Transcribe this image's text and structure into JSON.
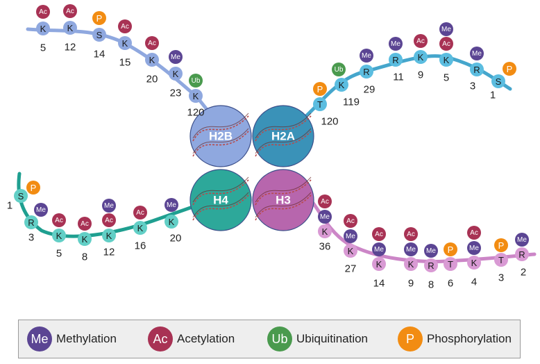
{
  "colors": {
    "me": "#5b4593",
    "ac": "#a83254",
    "ub": "#4a9a4e",
    "p": "#f28c12",
    "h2b": "#8fa8df",
    "h2a": "#3a92b8",
    "h4": "#2da89a",
    "h3": "#b766ad",
    "h2b_tail": "#8fa8df",
    "h2a_tail": "#45a6cc",
    "h4_tail": "#1f9f90",
    "h3_tail": "#cc86c7",
    "h4_node": "#62cfc6",
    "h2a_node": "#5bbde0",
    "h3_node": "#d99ad4",
    "dna": "#b84a4a"
  },
  "histones": [
    {
      "key": "h2b",
      "label": "H2B"
    },
    {
      "key": "h2a",
      "label": "H2A"
    },
    {
      "key": "h4",
      "label": "H4"
    },
    {
      "key": "h3",
      "label": "H3"
    }
  ],
  "mods": {
    "me": "Me",
    "ac": "Ac",
    "ub": "Ub",
    "p": "P"
  },
  "tails": {
    "h2b": [
      {
        "aa": "K",
        "num": "5",
        "mods": [
          "ac"
        ]
      },
      {
        "aa": "K",
        "num": "12",
        "mods": [
          "ac"
        ]
      },
      {
        "aa": "S",
        "num": "14",
        "mods": [
          "p"
        ]
      },
      {
        "aa": "K",
        "num": "15",
        "mods": [
          "ac"
        ]
      },
      {
        "aa": "K",
        "num": "20",
        "mods": [
          "ac"
        ]
      },
      {
        "aa": "K",
        "num": "23",
        "mods": [
          "me"
        ]
      },
      {
        "aa": "K",
        "num": "120",
        "mods": [
          "ub"
        ]
      }
    ],
    "h2a": [
      {
        "aa": "T",
        "num": "120",
        "mods": [
          "p"
        ]
      },
      {
        "aa": "K",
        "num": "119",
        "mods": [
          "ub"
        ]
      },
      {
        "aa": "R",
        "num": "29",
        "mods": [
          "me"
        ]
      },
      {
        "aa": "R",
        "num": "11",
        "mods": [
          "me"
        ]
      },
      {
        "aa": "K",
        "num": "9",
        "mods": [
          "ac"
        ]
      },
      {
        "aa": "K",
        "num": "5",
        "mods": [
          "ac",
          "me"
        ]
      },
      {
        "aa": "R",
        "num": "3",
        "mods": [
          "me"
        ]
      },
      {
        "aa": "S",
        "num": "1",
        "mods": [
          "p"
        ]
      }
    ],
    "h4": [
      {
        "aa": "S",
        "num": "1",
        "mods": [
          "p"
        ]
      },
      {
        "aa": "R",
        "num": "3",
        "mods": [
          "me"
        ]
      },
      {
        "aa": "K",
        "num": "5",
        "mods": [
          "ac"
        ]
      },
      {
        "aa": "K",
        "num": "8",
        "mods": [
          "ac"
        ]
      },
      {
        "aa": "K",
        "num": "12",
        "mods": [
          "ac",
          "me"
        ]
      },
      {
        "aa": "K",
        "num": "16",
        "mods": [
          "ac"
        ]
      },
      {
        "aa": "K",
        "num": "20",
        "mods": [
          "me"
        ]
      }
    ],
    "h3": [
      {
        "aa": "K",
        "num": "36",
        "mods": [
          "me",
          "ac"
        ]
      },
      {
        "aa": "K",
        "num": "27",
        "mods": [
          "me",
          "ac"
        ]
      },
      {
        "aa": "K",
        "num": "14",
        "mods": [
          "me",
          "ac"
        ]
      },
      {
        "aa": "K",
        "num": "9",
        "mods": [
          "me",
          "ac"
        ]
      },
      {
        "aa": "R",
        "num": "8",
        "mods": [
          "me"
        ]
      },
      {
        "aa": "T",
        "num": "6",
        "mods": [
          "p"
        ]
      },
      {
        "aa": "K",
        "num": "4",
        "mods": [
          "me",
          "ac"
        ]
      },
      {
        "aa": "T",
        "num": "3",
        "mods": [
          "p"
        ]
      },
      {
        "aa": "R",
        "num": "2",
        "mods": [
          "me"
        ]
      }
    ]
  },
  "legend": [
    {
      "key": "me",
      "badge": "Me",
      "label": "Methylation"
    },
    {
      "key": "ac",
      "badge": "Ac",
      "label": "Acetylation"
    },
    {
      "key": "ub",
      "badge": "Ub",
      "label": "Ubiquitination"
    },
    {
      "key": "p",
      "badge": "P",
      "label": "Phosphorylation"
    }
  ]
}
